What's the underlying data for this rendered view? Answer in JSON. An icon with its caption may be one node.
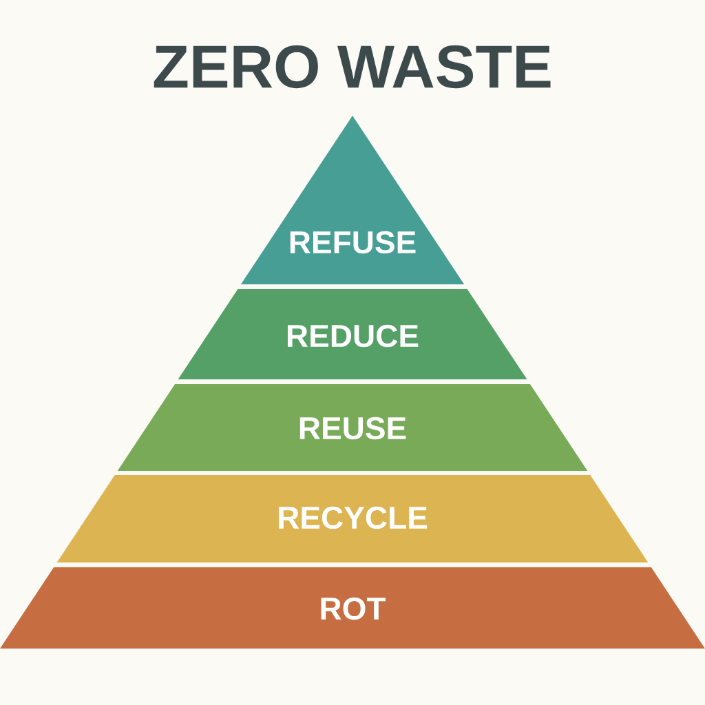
{
  "diagram": {
    "title": "ZERO WASTE",
    "nodes": [
      {
        "text": [
          "REFUSE"
        ]
      },
      {
        "text": [
          "REDUCE"
        ]
      },
      {
        "text": [
          "REUSE"
        ]
      },
      {
        "text": [
          "RECYCLE"
        ]
      },
      {
        "text": [
          "ROT"
        ]
      }
    ]
  }
}
